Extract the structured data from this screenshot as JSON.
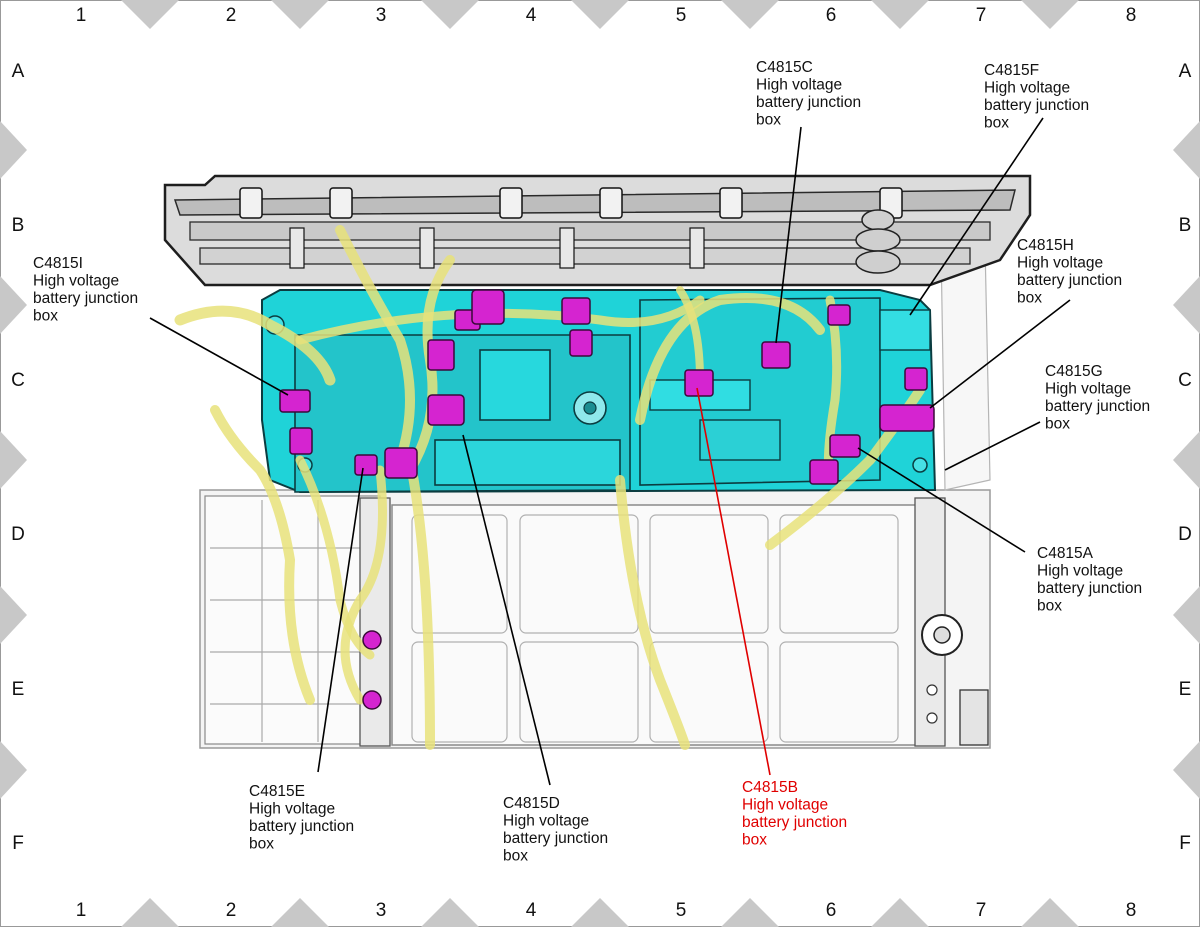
{
  "columns": [
    "1",
    "2",
    "3",
    "4",
    "5",
    "6",
    "7",
    "8"
  ],
  "rows": [
    "A",
    "B",
    "C",
    "D",
    "E",
    "F"
  ],
  "desc_lines": [
    "High voltage",
    "battery junction",
    "box"
  ],
  "callouts": [
    {
      "id": "C4815C",
      "highlight": false
    },
    {
      "id": "C4815F",
      "highlight": false
    },
    {
      "id": "C4815I",
      "highlight": false
    },
    {
      "id": "C4815H",
      "highlight": false
    },
    {
      "id": "C4815G",
      "highlight": false
    },
    {
      "id": "C4815A",
      "highlight": false
    },
    {
      "id": "C4815E",
      "highlight": false
    },
    {
      "id": "C4815D",
      "highlight": false
    },
    {
      "id": "C4815B",
      "highlight": true
    }
  ],
  "colors": {
    "junction_box": "#1fd3d8",
    "connector": "#d524d0",
    "cable": "#e8e27a",
    "highlight_text": "#e00000",
    "frame_marker": "#c8c8c8"
  }
}
